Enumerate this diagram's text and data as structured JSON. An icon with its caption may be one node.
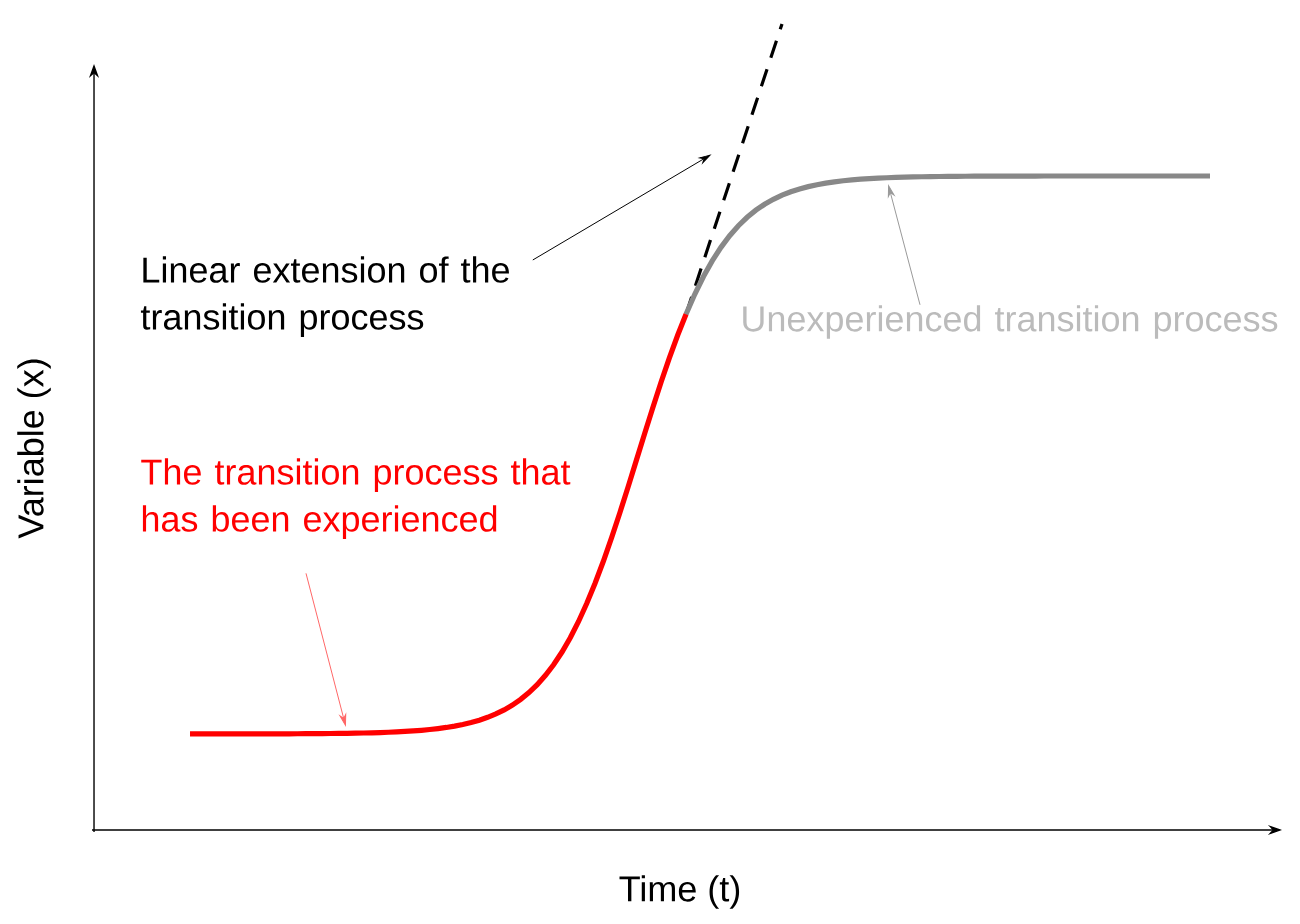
{
  "diagram": {
    "nodes": [
      {
        "text": [
          "Linear extension of the transition process"
        ]
      },
      {
        "text": [
          "Unexperienced transition process"
        ]
      },
      {
        "text": [
          "The transition process that has been experienced"
        ]
      },
      {
        "text": [],
        "shape": "line"
      },
      {
        "text": [],
        "shape": "curve"
      },
      {
        "text": [],
        "shape": "curve"
      }
    ],
    "edges": [
      {
        "from": 0,
        "to": 3,
        "arrow": "to"
      },
      {
        "from": 1,
        "to": 4,
        "arrow": "to",
        "color": "#999999"
      },
      {
        "from": 2,
        "to": 5,
        "arrow": "to",
        "color": "#ff6666"
      }
    ],
    "labels": [
      "Variable (x)",
      "Time (t)"
    ]
  }
}
